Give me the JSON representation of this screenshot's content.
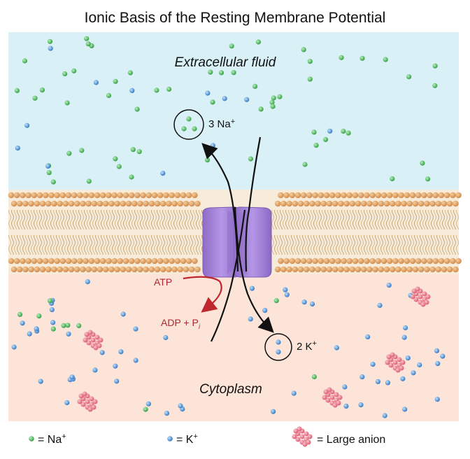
{
  "title": "Ionic Basis of the Resting Membrane Potential",
  "regions": {
    "extracellular": "Extracellular fluid",
    "cytoplasm": "Cytoplasm"
  },
  "pump": {
    "na_label": "3 Na",
    "na_sup": "+",
    "k_label": "2 K",
    "k_sup": "+",
    "atp": "ATP",
    "adp": "ADP + P",
    "adp_sub": "i"
  },
  "legend": {
    "na_text": "= Na",
    "na_sup": "+",
    "k_text": "= K",
    "k_sup": "+",
    "anion_text": "= Large anion"
  },
  "colors": {
    "extracellular_bg": "#d9f1f6",
    "cytoplasm_bg": "#fce4d8",
    "na_ion": "#4fbf5f",
    "k_ion": "#3f8fd8",
    "anion": "#ef7f88",
    "pump": "#a886d8",
    "atp_arrow": "#c0262e",
    "lipid_head": "#e3a36c"
  }
}
